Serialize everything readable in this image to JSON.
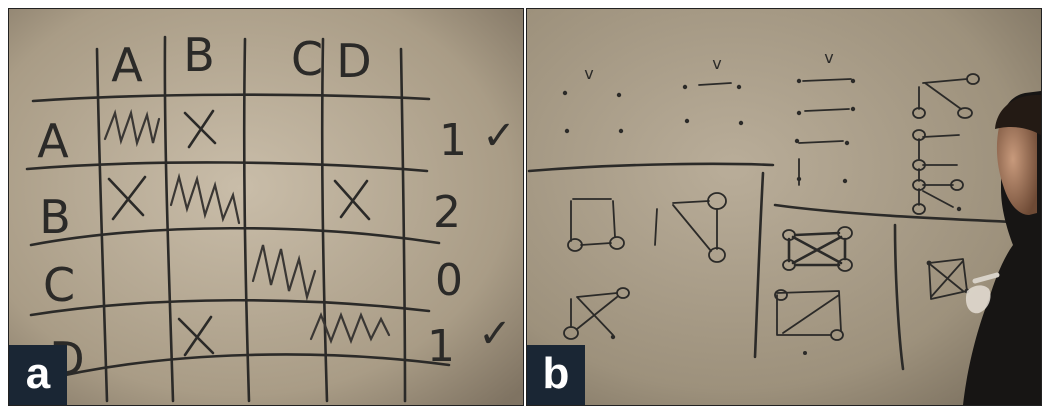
{
  "panels": [
    {
      "label": "a"
    },
    {
      "label": "b"
    }
  ],
  "whiteboard_a": {
    "column_headers": [
      "A",
      "B",
      "C",
      "D"
    ],
    "row_headers": [
      "A",
      "B",
      "C",
      "D"
    ],
    "cells": [
      [
        "hatch",
        "X",
        "",
        ""
      ],
      [
        "X",
        "hatch",
        "",
        "X"
      ],
      [
        "",
        "",
        "hatch",
        ""
      ],
      [
        "",
        "X",
        "",
        "hatch"
      ]
    ],
    "row_counts": [
      "1",
      "2",
      "0",
      "1"
    ],
    "row_checks": [
      "✓",
      "",
      "",
      "✓"
    ]
  },
  "whiteboard_b": {
    "top_marks": [
      "v",
      "v",
      "v"
    ]
  }
}
